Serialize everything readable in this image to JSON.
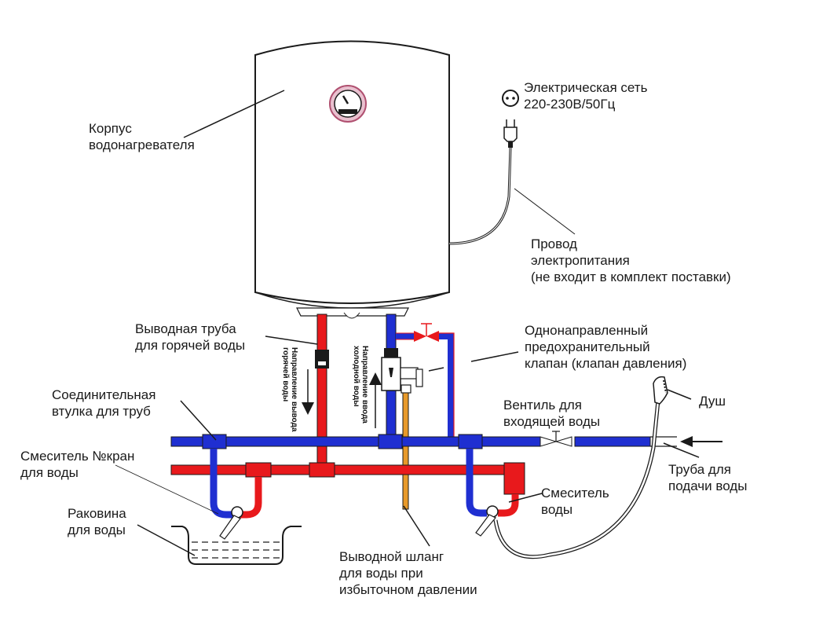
{
  "diagram": {
    "title": "Схема подключения водонагревателя",
    "colors": {
      "hot_pipe": "#e8191c",
      "cold_pipe": "#1f2fd1",
      "drain_hose": "#e89a2a",
      "gauge_ring": "#c06080",
      "outline": "#1a1a1a"
    },
    "labels": {
      "body": [
        "Корпус",
        "водонагревателя"
      ],
      "mains": [
        "Электрическая сеть",
        "220-230В/50Гц"
      ],
      "cord": [
        "Провод",
        "электропитания",
        "(не входит в комплект поставки)"
      ],
      "hot_outlet": [
        "Выводная труба",
        "для горячей воды"
      ],
      "check_valve": [
        "Однонаправленный",
        "предохранительный",
        "клапан (клапан давления)"
      ],
      "coupling": [
        "Соединительная",
        "втулка для труб"
      ],
      "inlet_valve": [
        "Вентиль для",
        "входящей воды"
      ],
      "shower": [
        "Душ"
      ],
      "mixer_tap": [
        "Смеситель №кран",
        "для воды"
      ],
      "supply_pipe": [
        "Труба для",
        "подачи воды"
      ],
      "mixer": [
        "Смеситель",
        "воды"
      ],
      "sink": [
        "Раковина",
        "для воды"
      ],
      "drain_hose": [
        "Выводной шланг",
        "для воды при",
        "избыточном давлении"
      ],
      "hot_direction": [
        "Направление вывода",
        "горячей воды"
      ],
      "cold_direction": [
        "Направление ввода",
        "холодной воды"
      ]
    }
  }
}
